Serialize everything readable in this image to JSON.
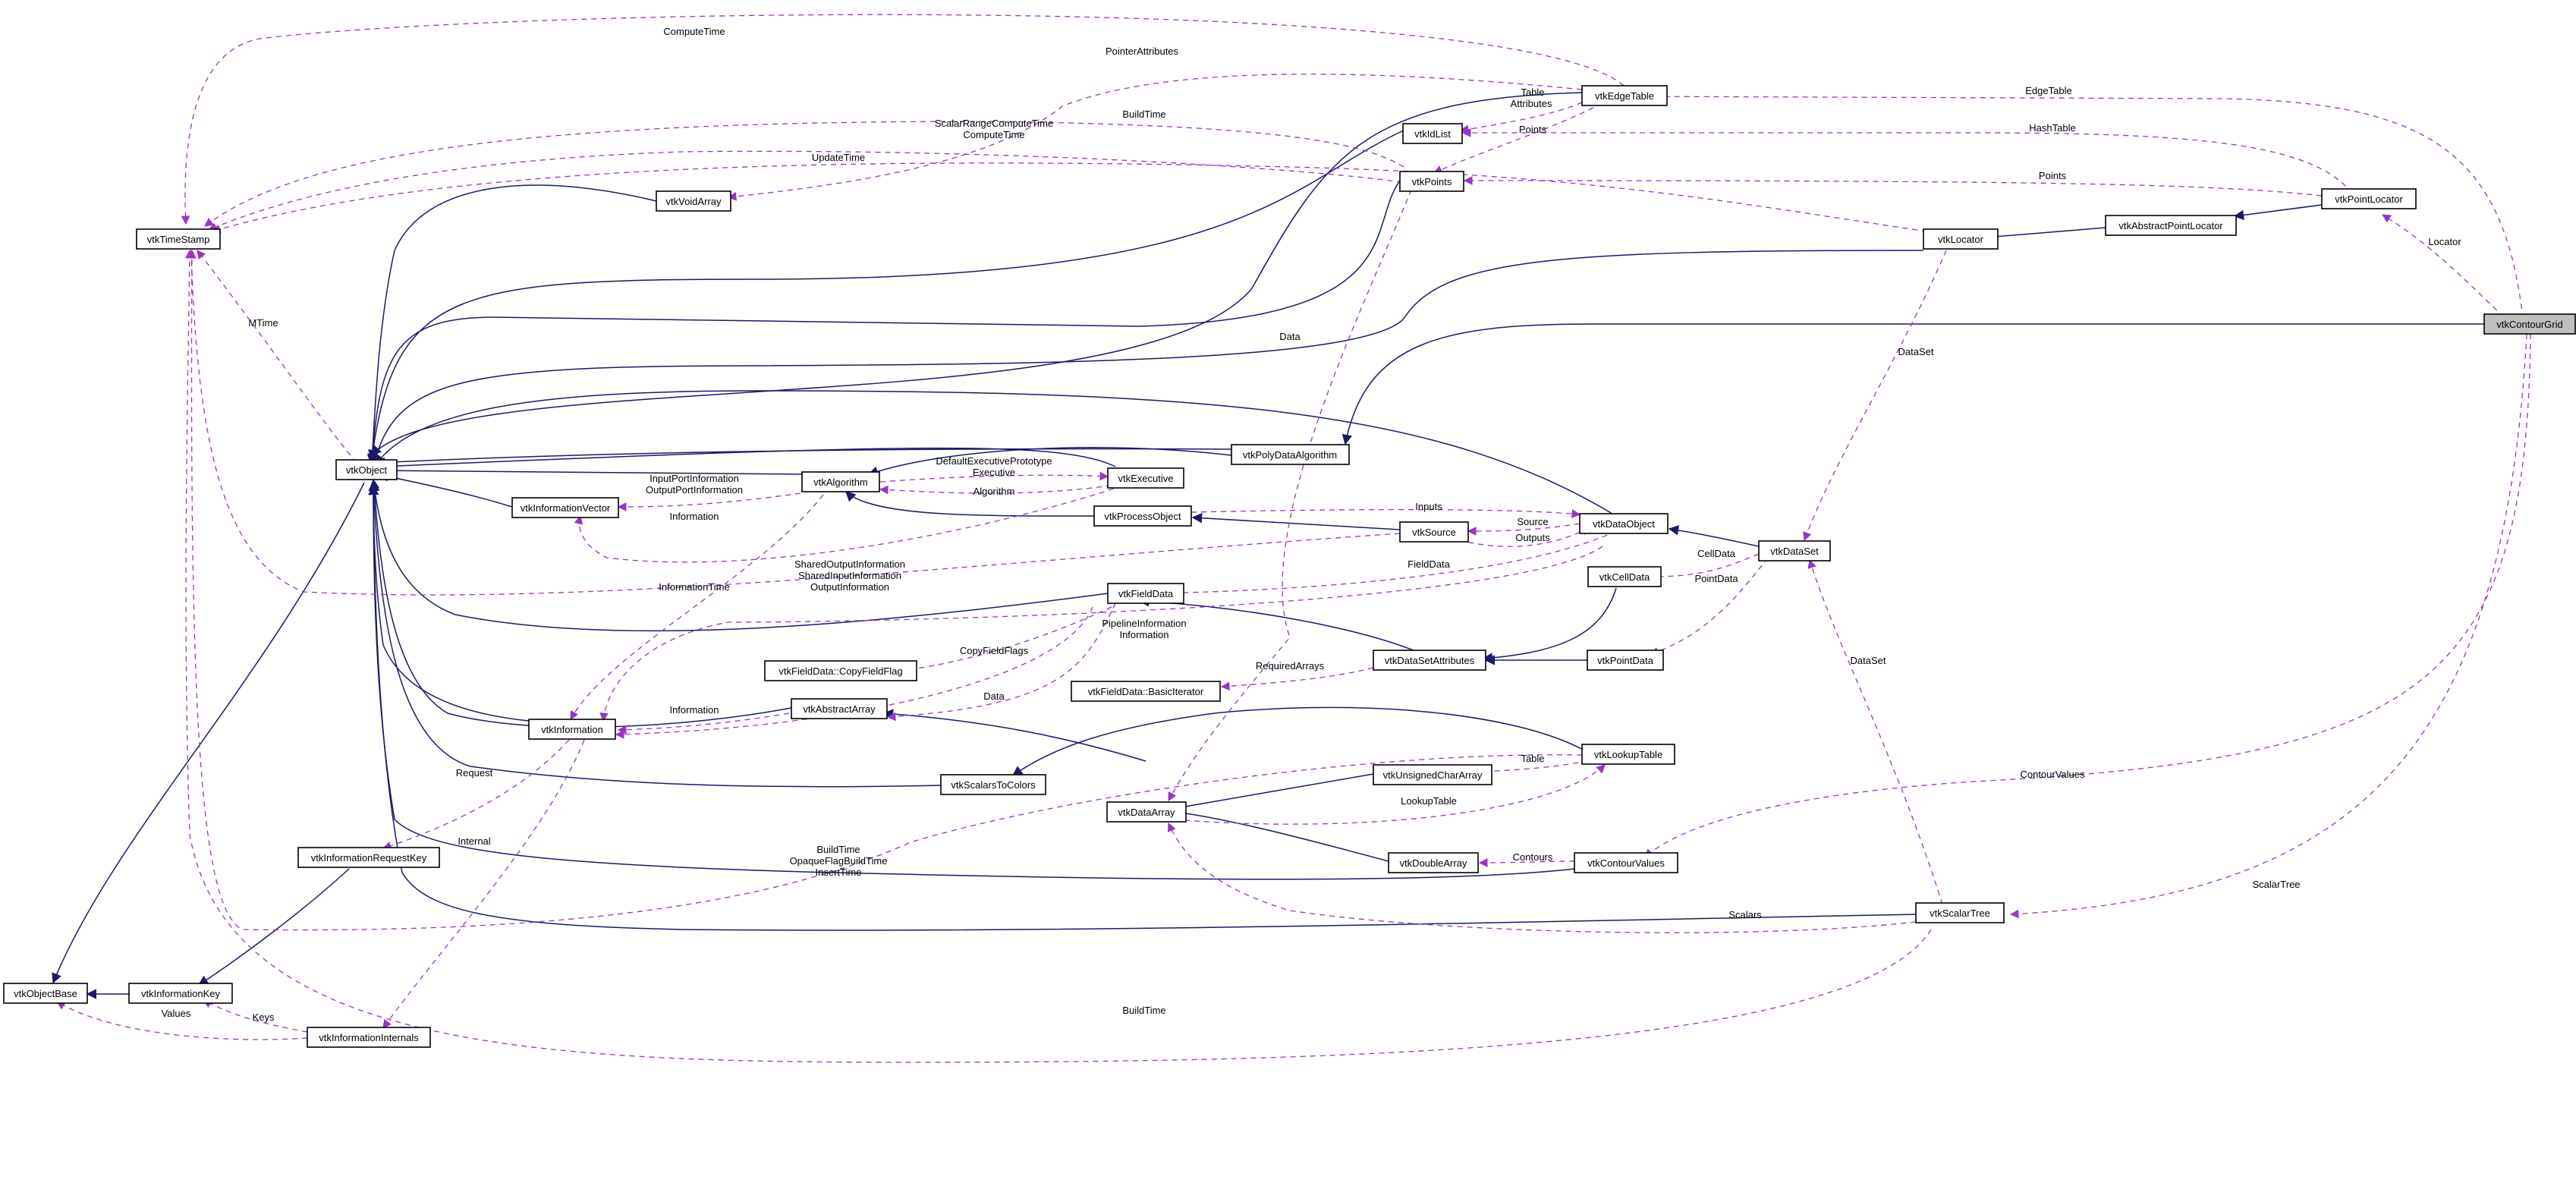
{
  "colors": {
    "inheritance": "#191970",
    "usage": "#9a32cd",
    "focus_fill": "#bfbfbf"
  },
  "nodes": {
    "vtkContourGrid": "vtkContourGrid",
    "vtkEdgeTable": "vtkEdgeTable",
    "vtkIdList": "vtkIdList",
    "vtkPoints": "vtkPoints",
    "vtkPointLocator": "vtkPointLocator",
    "vtkAbstractPointLocator": "vtkAbstractPointLocator",
    "vtkLocator": "vtkLocator",
    "vtkVoidArray": "vtkVoidArray",
    "vtkTimeStamp": "vtkTimeStamp",
    "vtkObject": "vtkObject",
    "vtkPolyDataAlgorithm": "vtkPolyDataAlgorithm",
    "vtkAlgorithm": "vtkAlgorithm",
    "vtkExecutive": "vtkExecutive",
    "vtkInformationVector": "vtkInformationVector",
    "vtkProcessObject": "vtkProcessObject",
    "vtkDataObject": "vtkDataObject",
    "vtkSource": "vtkSource",
    "vtkDataSet": "vtkDataSet",
    "vtkCellData": "vtkCellData",
    "vtkFieldData": "vtkFieldData",
    "vtkDataSetAttributes": "vtkDataSetAttributes",
    "vtkPointData": "vtkPointData",
    "vtkCopyFieldFlag": "vtkFieldData::CopyFieldFlag",
    "vtkBasicIterator": "vtkFieldData::BasicIterator",
    "vtkAbstractArray": "vtkAbstractArray",
    "vtkInformation": "vtkInformation",
    "vtkLookupTable": "vtkLookupTable",
    "vtkScalarsToColors": "vtkScalarsToColors",
    "vtkUnsignedCharArray": "vtkUnsignedCharArray",
    "vtkDataArray": "vtkDataArray",
    "vtkInformationRequestKey": "vtkInformationRequestKey",
    "vtkDoubleArray": "vtkDoubleArray",
    "vtkContourValues": "vtkContourValues",
    "vtkScalarTree": "vtkScalarTree",
    "vtkObjectBase": "vtkObjectBase",
    "vtkInformationKey": "vtkInformationKey",
    "vtkInformationInternals": "vtkInformationInternals"
  },
  "labels": {
    "compute_time": "ComputeTime",
    "pointer_attributes": "PointerAttributes",
    "edge_table": "EdgeTable",
    "table": "Table",
    "attributes": "Attributes",
    "build_time_1": "BuildTime",
    "points_1": "Points",
    "scalar_range_compute_time": "ScalarRangeComputeTime",
    "compute_time_2": "ComputeTime",
    "hash_table": "HashTable",
    "update_time": "UpdateTime",
    "points_2": "Points",
    "locator": "Locator",
    "mtime": "MTime",
    "data_1": "Data",
    "dataset_1": "DataSet",
    "default_executive_prototype": "DefaultExecutivePrototype",
    "executive": "Executive",
    "input_port_information": "InputPortInformation",
    "output_port_information": "OutputPortInformation",
    "algorithm": "Algorithm",
    "inputs": "Inputs",
    "source": "Source",
    "information_1": "Information",
    "shared_output_information": "SharedOutputInformation",
    "shared_input_information": "SharedInputInformation",
    "output_information": "OutputInformation",
    "outputs": "Outputs",
    "cell_data": "CellData",
    "field_data": "FieldData",
    "information_time": "InformationTime",
    "point_data": "PointData",
    "pipeline_information": "PipelineInformation",
    "information_2": "Information",
    "copy_field_flags": "CopyFieldFlags",
    "required_arrays": "RequiredArrays",
    "dataset_2": "DataSet",
    "information_3": "Information",
    "data_2": "Data",
    "contour_values": "ContourValues",
    "table_2": "Table",
    "request": "Request",
    "lookup_table": "LookupTable",
    "internal": "Internal",
    "build_time_2": "BuildTime",
    "opaque_flag_build_time": "OpaqueFlagBuildTime",
    "insert_time": "InsertTime",
    "contours": "Contours",
    "scalar_tree": "ScalarTree",
    "scalars": "Scalars",
    "keys": "Keys",
    "values": "Values",
    "build_time_3": "BuildTime"
  }
}
